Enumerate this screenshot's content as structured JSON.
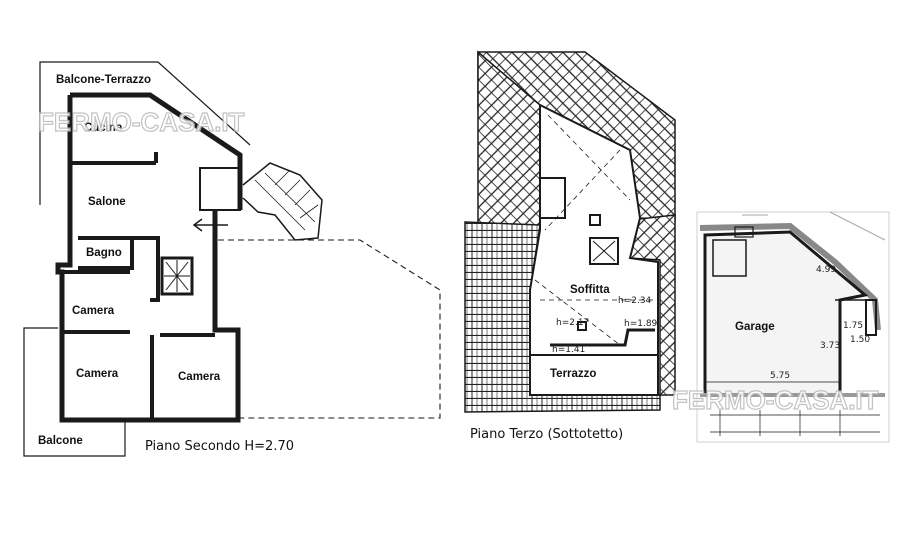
{
  "watermark": "FERMO-CASA.IT",
  "plan_second": {
    "caption": "Piano Secondo H=2.70",
    "rooms": {
      "balcone_terrazzo": "Balcone-Terrazzo",
      "cucina": "Cucina",
      "salone": "Salone",
      "bagno": "Bagno",
      "camera_1": "Camera",
      "camera_2": "Camera",
      "camera_3": "Camera",
      "balcone": "Balcone"
    }
  },
  "plan_third": {
    "caption": "Piano Terzo (Sottotetto)",
    "rooms": {
      "soffitta": "Soffitta",
      "terrazzo": "Terrazzo"
    },
    "heights": [
      "h=2.34",
      "h=2.17",
      "h=1.89",
      "h=1.41"
    ]
  },
  "plan_garage": {
    "rooms": {
      "garage": "Garage"
    },
    "measures": [
      "4.99",
      "3.73",
      "5.75",
      "1.75",
      "1.50"
    ]
  }
}
